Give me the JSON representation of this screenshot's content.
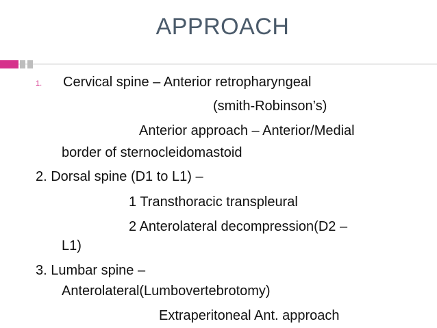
{
  "slide": {
    "title": "APPROACH",
    "accent_color": "#d6328c",
    "title_color": "#4a5a6a",
    "items": {
      "item1_number": "1.",
      "item1_line1": "Cervical spine – Anterior retropharyngeal",
      "item1_line2": "(smith-Robinson’s)",
      "item1_line3": "Anterior approach – Anterior/Medial",
      "item1_line4": "border of sternocleidomastoid",
      "item2_line1": "2. Dorsal spine (D1 to L1) –",
      "item2_sub1": "1 Transthoracic  transpleural",
      "item2_sub2": "2 Anterolateral decompression(D2 –",
      "item2_sub2_cont": "L1)",
      "item3_line1": "3. Lumbar spine –",
      "item3_line2": "Anterolateral(Lumbovertebrotomy)",
      "item3_line3": "Extraperitoneal Ant. approach"
    }
  }
}
